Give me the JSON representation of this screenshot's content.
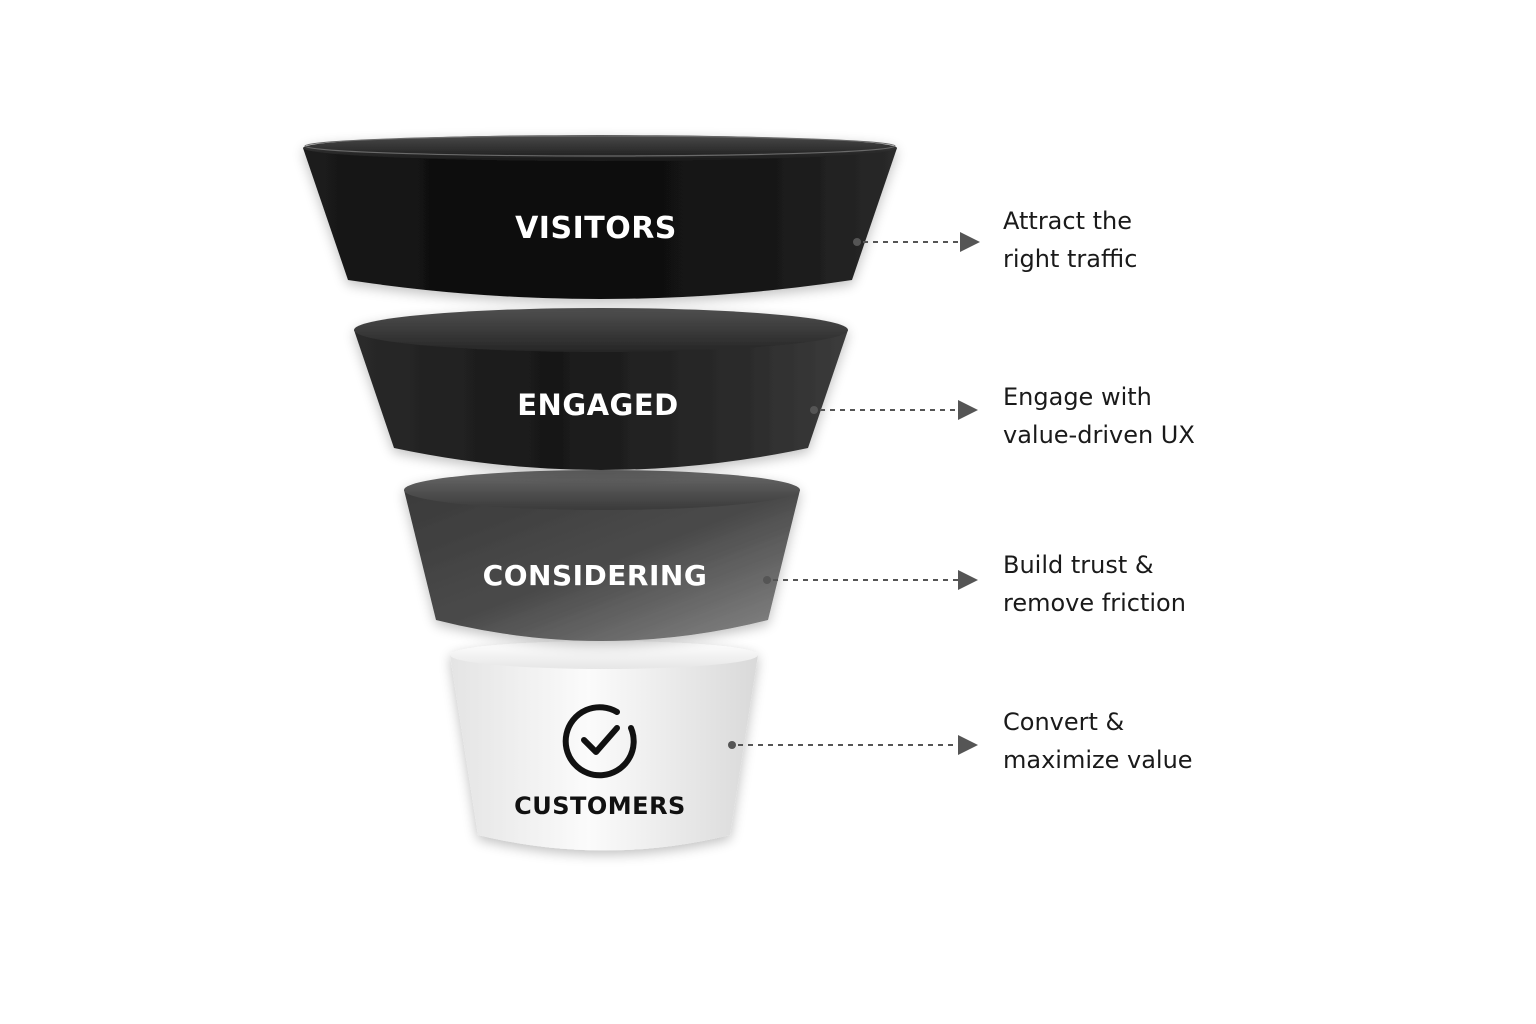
{
  "stages": [
    {
      "label": "VISITORS",
      "description": [
        "Attract the",
        "right traffic"
      ],
      "color": "#111111"
    },
    {
      "label": "ENGAGED",
      "description": [
        "Engage with",
        "value-driven UX"
      ],
      "color": "#2b2b2b"
    },
    {
      "label": "CONSIDERING",
      "description": [
        "Build trust &",
        "remove friction"
      ],
      "color": "#5a5a5a"
    },
    {
      "label": "CUSTOMERS",
      "description": [
        "Convert &",
        "maximize value"
      ],
      "color": "#eeeeee",
      "icon": "check-circle-icon"
    }
  ],
  "colors": {
    "background": "#ffffff",
    "connector": "#555555",
    "description_text": "#1a1a1a"
  }
}
